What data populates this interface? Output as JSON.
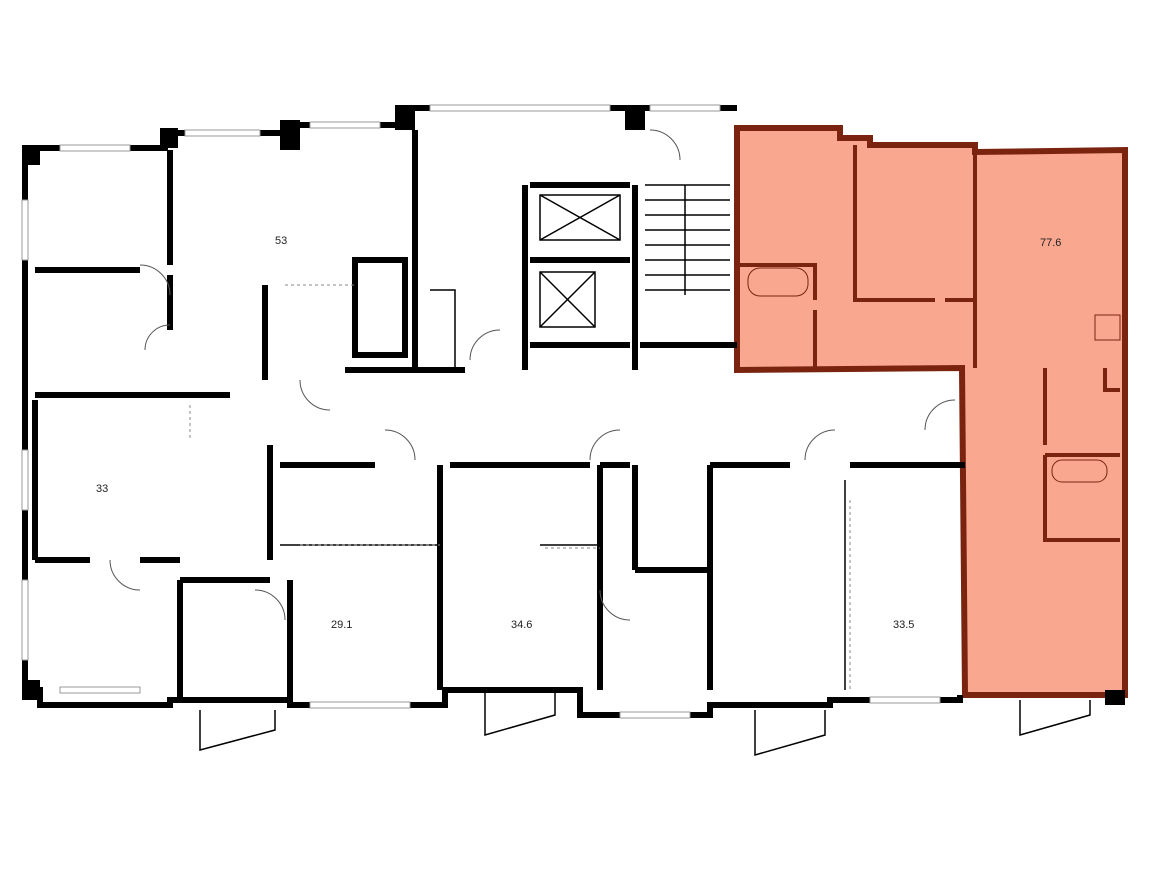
{
  "plan": {
    "units": [
      {
        "area": "53"
      },
      {
        "area": "33"
      },
      {
        "area": "29.1"
      },
      {
        "area": "34.6"
      },
      {
        "area": "33.5"
      },
      {
        "area": "77.6",
        "highlighted": true
      }
    ]
  },
  "colors": {
    "highlight_fill": "#F9A88F",
    "highlight_wall": "#7A2410",
    "wall": "#000000"
  }
}
